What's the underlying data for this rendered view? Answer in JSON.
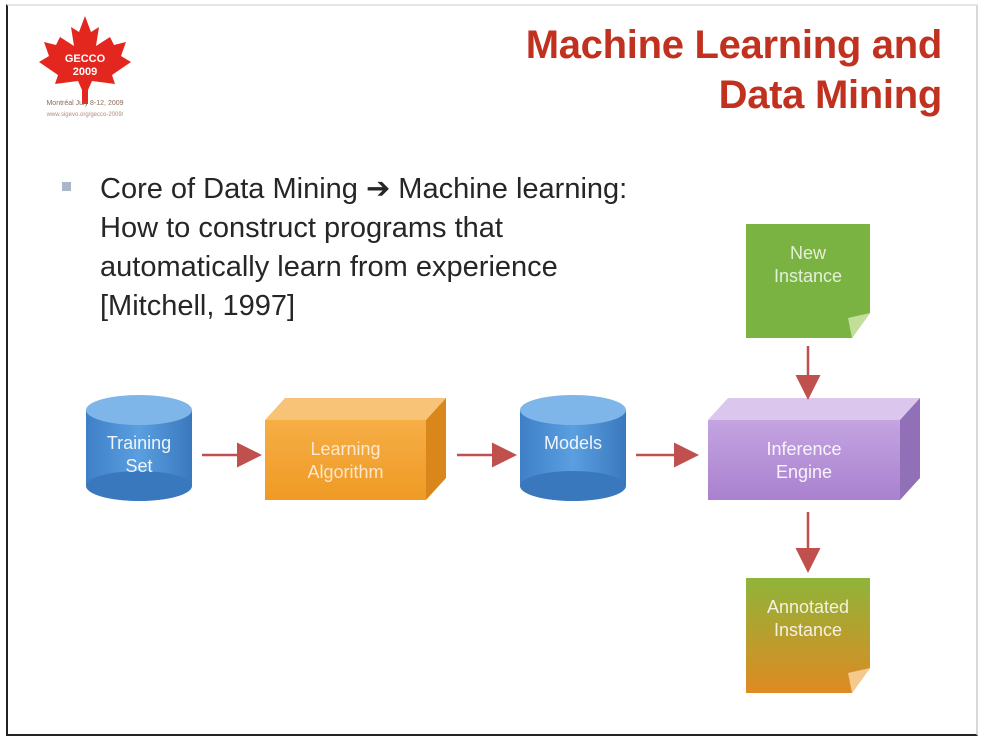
{
  "logo": {
    "acronym": "GECCO",
    "year": "2009",
    "line1": "Montréal July 8-12, 2009",
    "line2": "www.sigevo.org/gecco-2009/"
  },
  "title": {
    "line1": "Machine Learning and",
    "line2": "Data Mining"
  },
  "bullet": {
    "text": "Core of Data Mining ➔ Machine learning: How to construct programs that automatically learn from experience [Mitchell, 1997]"
  },
  "diagram": {
    "nodes": {
      "training_set": {
        "line1": "Training",
        "line2": "Set",
        "shape": "cylinder",
        "color": "#4a8fd3"
      },
      "learning_algorithm": {
        "line1": "Learning",
        "line2": "Algorithm",
        "shape": "box",
        "color": "#f3a233"
      },
      "models": {
        "line1": "Models",
        "shape": "cylinder",
        "color": "#4a8fd3"
      },
      "inference_engine": {
        "line1": "Inference",
        "line2": "Engine",
        "shape": "box",
        "color": "#b691d6"
      },
      "new_instance": {
        "line1": "New",
        "line2": "Instance",
        "shape": "note",
        "color": "#7ab342"
      },
      "annotated_instance": {
        "line1": "Annotated",
        "line2": "Instance",
        "shape": "note",
        "color": "#c99a2a"
      }
    },
    "arrow_color": "#c0504d"
  }
}
